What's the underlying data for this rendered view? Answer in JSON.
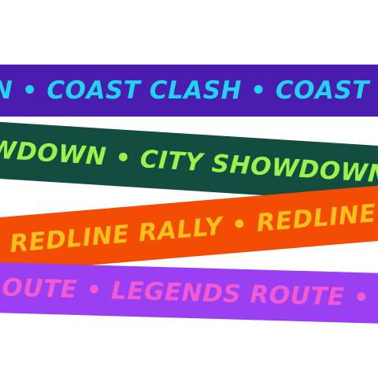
{
  "banners": [
    {
      "text": "N • COAST CLASH • COAST CLASH • COAST CL",
      "background": "#4a1db0",
      "color": "#22d3f0"
    },
    {
      "text": "WDOWN • CITY SHOWDOWN • CITY SHOW",
      "background": "#124d40",
      "color": "#9cf24a"
    },
    {
      "text": "• REDLINE RALLY • REDLINE RALLY •",
      "background": "#f24c05",
      "color": "#fbbf1a"
    },
    {
      "text": "ROUTE • LEGENDS ROUTE • LEGENDS RO",
      "background": "#9a40f2",
      "color": "#f25ad0"
    }
  ]
}
